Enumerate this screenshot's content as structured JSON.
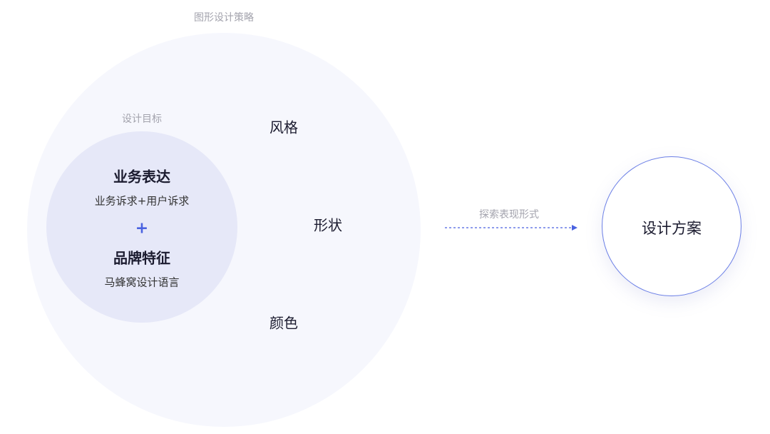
{
  "outer": {
    "title": "图形设计策略"
  },
  "goal": {
    "title": "设计目标",
    "business": {
      "title": "业务表达",
      "subtitle": "业务诉求+用户诉求"
    },
    "plus": "+",
    "brand": {
      "title": "品牌特征",
      "subtitle": "马蜂窝设计语言"
    }
  },
  "dimensions": {
    "style": "风格",
    "shape": "形状",
    "color": "颜色"
  },
  "arrow": {
    "label": "探索表现形式"
  },
  "result": {
    "label": "设计方案"
  },
  "colors": {
    "outer_fill": "#f6f7fd",
    "inner_fill": "#e6e8f8",
    "accent": "#4a62e0",
    "result_border": "#6b7fe6",
    "muted_text": "#a3a3ad"
  }
}
